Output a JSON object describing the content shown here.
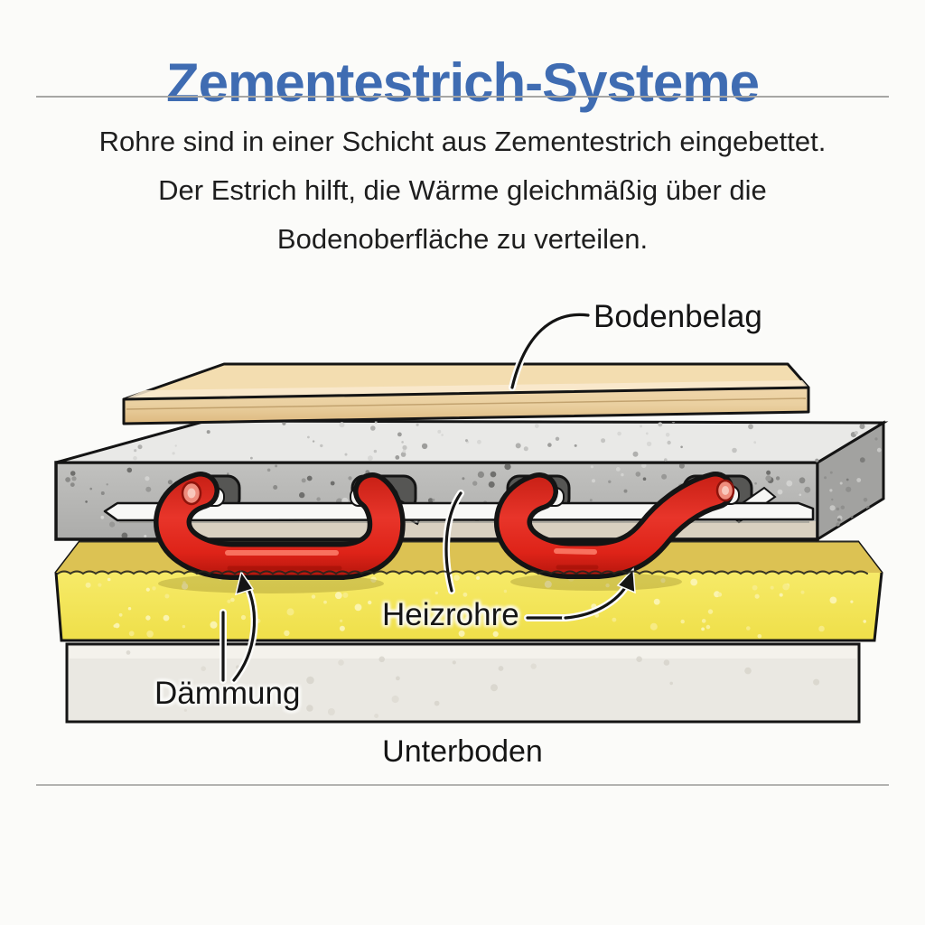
{
  "title": "Zementestrich-Systeme",
  "description": {
    "lines": [
      "Rohre sind in einer Schicht aus Zementestrich eingebettet.",
      "Der Estrich hilft, die Wärme gleichmäßig über die",
      "Bodenoberfläche zu verteilen."
    ]
  },
  "diagram": {
    "labels": {
      "floor_covering": "Bodenbelag",
      "heating_pipes": "Heizrohre",
      "insulation": "Dämmung",
      "subfloor": "Unterboden"
    }
  },
  "colors": {
    "title_blue": "#3f6cb2",
    "pipe_red": "#de2318",
    "insulation_yellow": "#f3e554",
    "insulation_top_mustard": "#dcc253",
    "screed_gray": "#b7b7b5",
    "screed_top_gray": "#e9e9e7",
    "floor_covering_tan": "#eed2a2",
    "subfloor_gray": "#eae8e2",
    "outline_black": "#141414",
    "label_text": "#151515"
  }
}
